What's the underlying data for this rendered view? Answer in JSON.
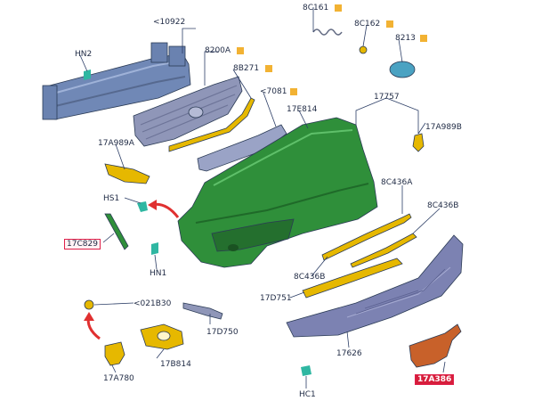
{
  "labels": {
    "p10922": "<10922",
    "p8c161": "8C161",
    "p8c162": "8C162",
    "p8213": "8213",
    "p8200a": "8200A",
    "hn2": "HN2",
    "p8b271": "8B271",
    "p7081": "<7081",
    "p17757": "17757",
    "p17e814": "17E814",
    "p17a989b": "17A989B",
    "p17a989a": "17A989A",
    "p8c436a": "8C436A",
    "p8c436b_r": "8C436B",
    "hs1": "HS1",
    "p17c829": "17C829",
    "hn1": "HN1",
    "p8c436b_l": "8C436B",
    "p17d751": "17D751",
    "p021b30": "<021B30",
    "p17d750": "17D750",
    "p17b814": "17B814",
    "p17626": "17626",
    "p17a780": "17A780",
    "hc1": "HC1",
    "p17a386": "17A386"
  },
  "colors": {
    "bumper_green": "#2f8f3a",
    "grille_gray": "#8f96b8",
    "chrome_yellow": "#e6b800",
    "reinforcement_blue": "#6f87b4",
    "skid_plate_purple": "#7c82b2",
    "bracket_orange": "#c8612a",
    "arrow_red": "#e03030",
    "highlight_red": "#e0204a",
    "badge_orange": "#f2b233"
  },
  "icons": {
    "arrow": "curved-red-arrow",
    "marker": "orange-square-badge"
  }
}
